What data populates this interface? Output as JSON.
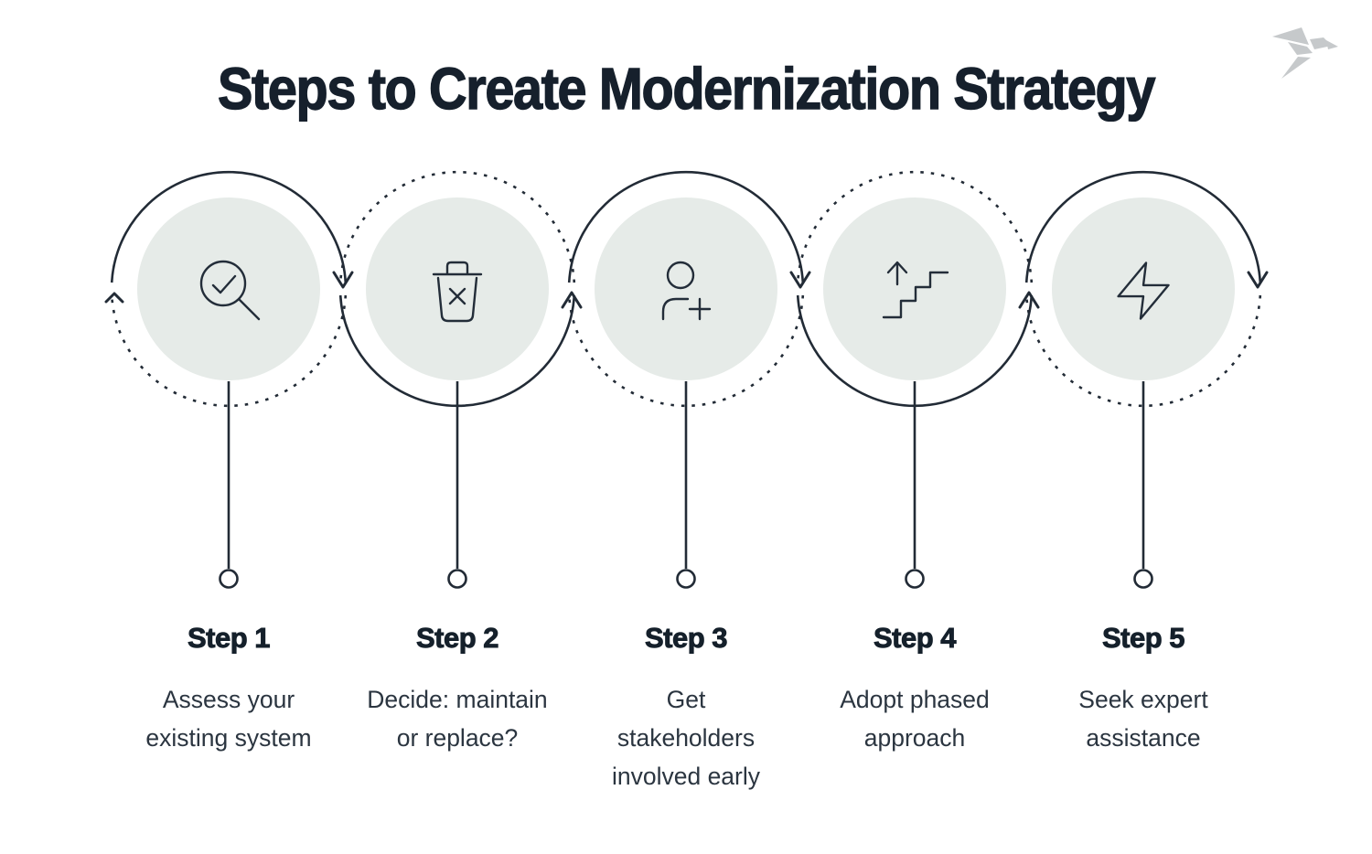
{
  "title": "Steps to Create Modernization Strategy",
  "logo": {
    "icon": "origami-bird-icon"
  },
  "colors": {
    "ink": "#222b36",
    "heading": "#15202b",
    "body_text": "#2b3540",
    "circle_fill": "#e6ebe8",
    "logo_gray": "#c6c9cb",
    "background": "#ffffff"
  },
  "steps": [
    {
      "label": "Step 1",
      "icon": "magnifier-check-icon",
      "description": "Assess your existing system",
      "lines": [
        "Assess your",
        "existing system"
      ]
    },
    {
      "label": "Step 2",
      "icon": "trash-x-icon",
      "description": "Decide: maintain or replace?",
      "lines": [
        "Decide: maintain",
        "or replace?"
      ]
    },
    {
      "label": "Step 3",
      "icon": "user-plus-icon",
      "description": "Get stakeholders involved early",
      "lines": [
        "Get",
        "stakeholders",
        "involved early"
      ]
    },
    {
      "label": "Step 4",
      "icon": "stairs-up-icon",
      "description": "Adopt phased approach",
      "lines": [
        "Adopt phased",
        "approach"
      ]
    },
    {
      "label": "Step 5",
      "icon": "lightning-bolt-icon",
      "description": "Seek expert assistance",
      "lines": [
        "Seek expert",
        "assistance"
      ]
    }
  ]
}
